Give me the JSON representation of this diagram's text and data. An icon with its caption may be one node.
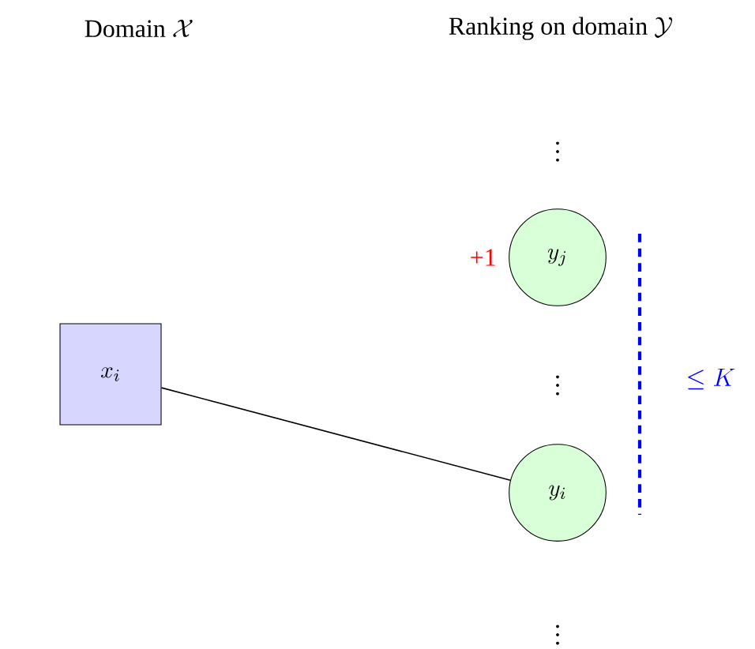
{
  "diagram": {
    "nodes": [
      {
        "text": [
          "x_i"
        ]
      },
      {
        "text": [
          "y_j"
        ],
        "beside": [
          "+1"
        ]
      },
      {
        "text": [
          "y_i"
        ]
      }
    ],
    "edges": [
      {
        "from": 0,
        "to": 2,
        "arrow": "none"
      }
    ],
    "labels": [
      "\\text{Domain } \\mathcal{X}",
      "\\text{Ranking on domain } \\mathcal{Y}",
      "\\vdots",
      "\\vdots",
      "\\leq K",
      "\\vdots"
    ]
  }
}
